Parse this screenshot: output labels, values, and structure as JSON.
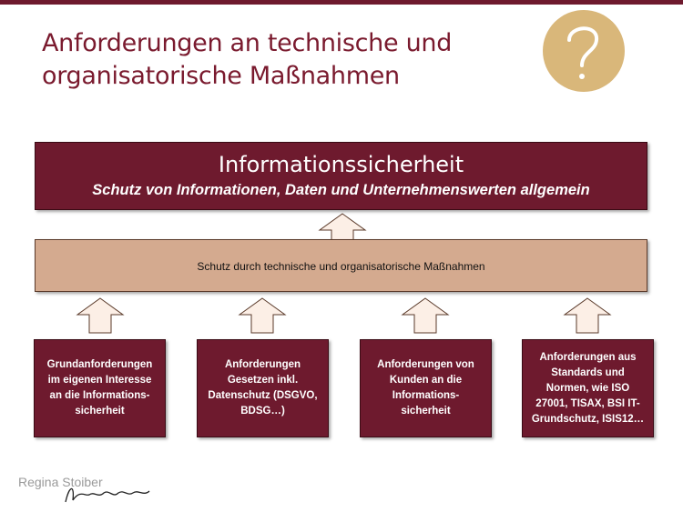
{
  "slide": {
    "title": "Anforderungen an technische und organisatorische Maßnahmen",
    "title_line1": "Anforderungen an technische und",
    "title_line2": "organisatorische Maßnahmen",
    "accent_color": "#6e1a2e",
    "badge_color": "#d9b77a",
    "badge_icon": "question-mark-icon"
  },
  "diagram": {
    "top_box": {
      "heading": "Informationssicherheit",
      "subheading": "Schutz von Informationen, Daten und Unternehmenswerten allgemein"
    },
    "middle_box": {
      "label": "Schutz durch technische und organisatorische Maßnahmen"
    },
    "sources": [
      {
        "label": "Grundanforderungen im eigenen Interesse an die Informations-sicherheit"
      },
      {
        "label": "Anforderungen Gesetzen inkl. Datenschutz (DSGVO, BDSG…)"
      },
      {
        "label": "Anforderungen von Kunden an die Informations-sicherheit"
      },
      {
        "label": "Anforderungen aus Standards und Normen, wie ISO 27001, TISAX, BSI IT-Grundschutz, ISIS12…"
      }
    ]
  },
  "footer": {
    "logo_name": "Regina Stoiber",
    "logo_script": "Datenschützerin"
  }
}
